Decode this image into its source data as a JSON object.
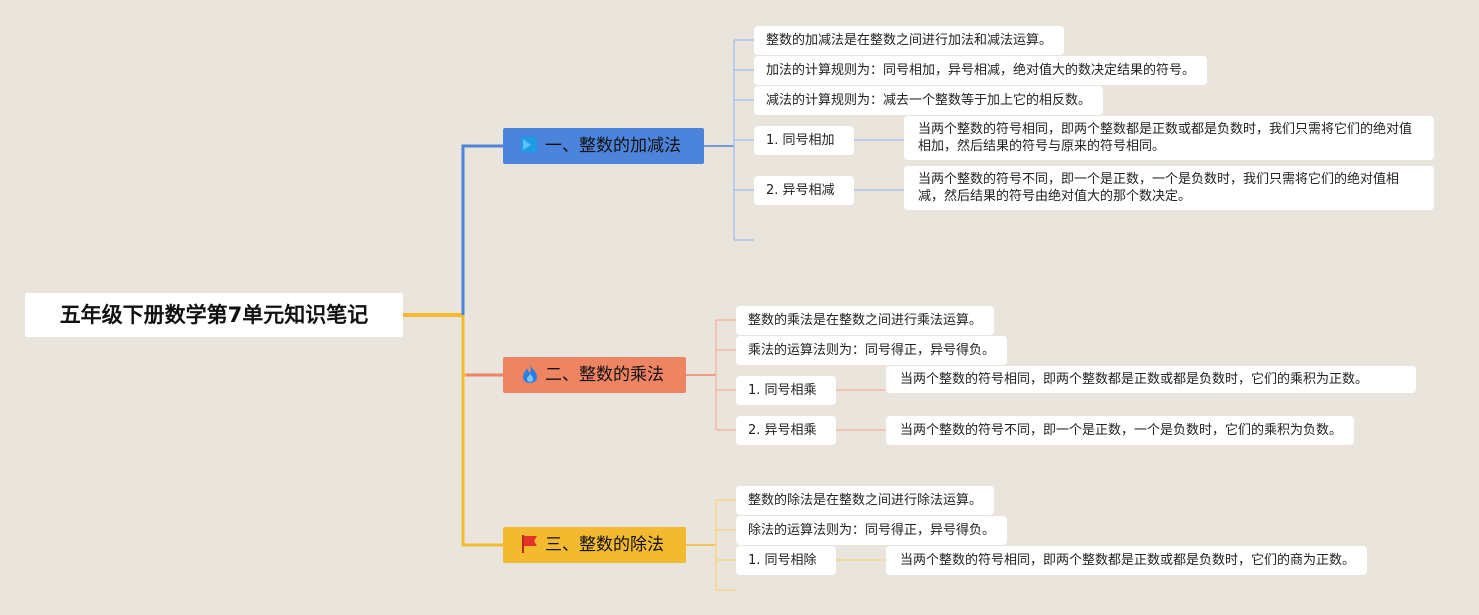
{
  "root": {
    "title": "五年级下册数学第7单元知识笔记"
  },
  "colors": {
    "blue": "#4c84db",
    "orange": "#ef8462",
    "yellow": "#f4ba2f",
    "background": "#e9e5dc"
  },
  "branches": [
    {
      "title": "一、整数的加减法",
      "icon": "blue-square-icon",
      "notes": [
        "整数的加减法是在整数之间进行加法和减法运算。",
        "加法的计算规则为：同号相加，异号相减，绝对值大的数决定结果的符号。",
        "减法的计算规则为：减去一个整数等于加上它的相反数。"
      ],
      "rules": [
        {
          "label": "1. 同号相加",
          "detail": "当两个整数的符号相同，即两个整数都是正数或都是负数时，我们只需将它们的绝对值相加，然后结果的符号与原来的符号相同。"
        },
        {
          "label": "2. 异号相减",
          "detail": "当两个整数的符号不同，即一个是正数，一个是负数时，我们只需将它们的绝对值相减，然后结果的符号由绝对值大的那个数决定。"
        }
      ]
    },
    {
      "title": "二、整数的乘法",
      "icon": "flame-icon",
      "notes": [
        "整数的乘法是在整数之间进行乘法运算。",
        "乘法的运算法则为：同号得正，异号得负。"
      ],
      "rules": [
        {
          "label": "1. 同号相乘",
          "detail": "当两个整数的符号相同，即两个整数都是正数或都是负数时，它们的乘积为正数。"
        },
        {
          "label": "2. 异号相乘",
          "detail": "当两个整数的符号不同，即一个是正数，一个是负数时，它们的乘积为负数。"
        }
      ]
    },
    {
      "title": "三、整数的除法",
      "icon": "red-flag-icon",
      "notes": [
        "整数的除法是在整数之间进行除法运算。",
        "除法的运算法则为：同号得正，异号得负。"
      ],
      "rules": [
        {
          "label": "1. 同号相除",
          "detail": "当两个整数的符号相同，即两个整数都是正数或都是负数时，它们的商为正数。"
        }
      ]
    }
  ]
}
